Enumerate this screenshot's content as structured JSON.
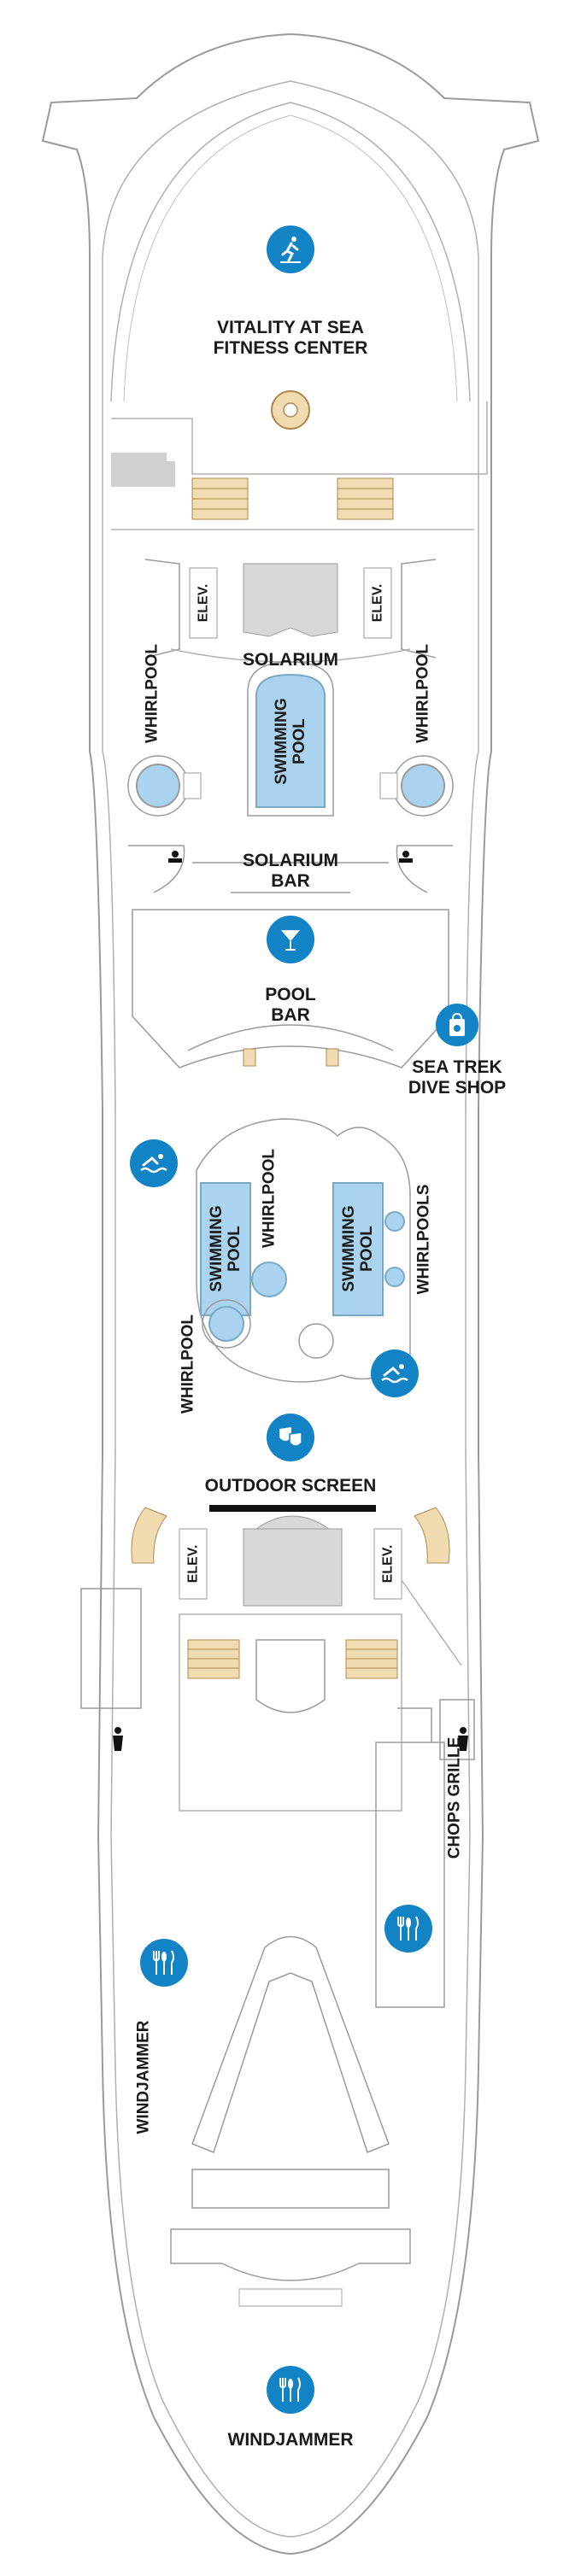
{
  "deck": {
    "labels": {
      "fitness_line1": "VITALITY AT SEA",
      "fitness_line2": "FITNESS CENTER",
      "solarium": "SOLARIUM",
      "whirlpool_left": "WHIRLPOOL",
      "whirlpool_right": "WHIRLPOOL",
      "solarium_pool_line1": "SWIMMING",
      "solarium_pool_line2": "POOL",
      "solarium_bar_line1": "SOLARIUM",
      "solarium_bar_line2": "BAR",
      "pool_bar_line1": "POOL",
      "pool_bar_line2": "BAR",
      "sea_trek_line1": "SEA TREK",
      "sea_trek_line2": "DIVE SHOP",
      "main_pool_left_line1": "SWIMMING",
      "main_pool_left_line2": "POOL",
      "main_pool_right_line1": "SWIMMING",
      "main_pool_right_line2": "POOL",
      "whirlpool_center": "WHIRLPOOL",
      "whirlpool_lower_left": "WHIRLPOOL",
      "whirlpools_right": "WHIRLPOOLS",
      "outdoor_screen": "OUTDOOR SCREEN",
      "elev_1": "ELEV.",
      "elev_2": "ELEV.",
      "elev_3": "ELEV.",
      "elev_4": "ELEV.",
      "chops_grille": "CHOPS GRILLE",
      "windjammer_side": "WINDJAMMER",
      "windjammer_bottom": "WINDJAMMER"
    },
    "colors": {
      "hull_outline": "#9a9a9a",
      "pool_water": "#a9d3ee",
      "icon_blue": "#1283c4",
      "stairs": "#f0dcb0",
      "elevator_gray": "#d8d8d8",
      "screen_bar": "#111111"
    },
    "icons": [
      "fitness-icon",
      "cocktail-icon",
      "dive-shop-icon",
      "swimming-icon",
      "swimming-icon",
      "theater-masks-icon",
      "dining-icon",
      "dining-icon",
      "dining-icon"
    ]
  }
}
